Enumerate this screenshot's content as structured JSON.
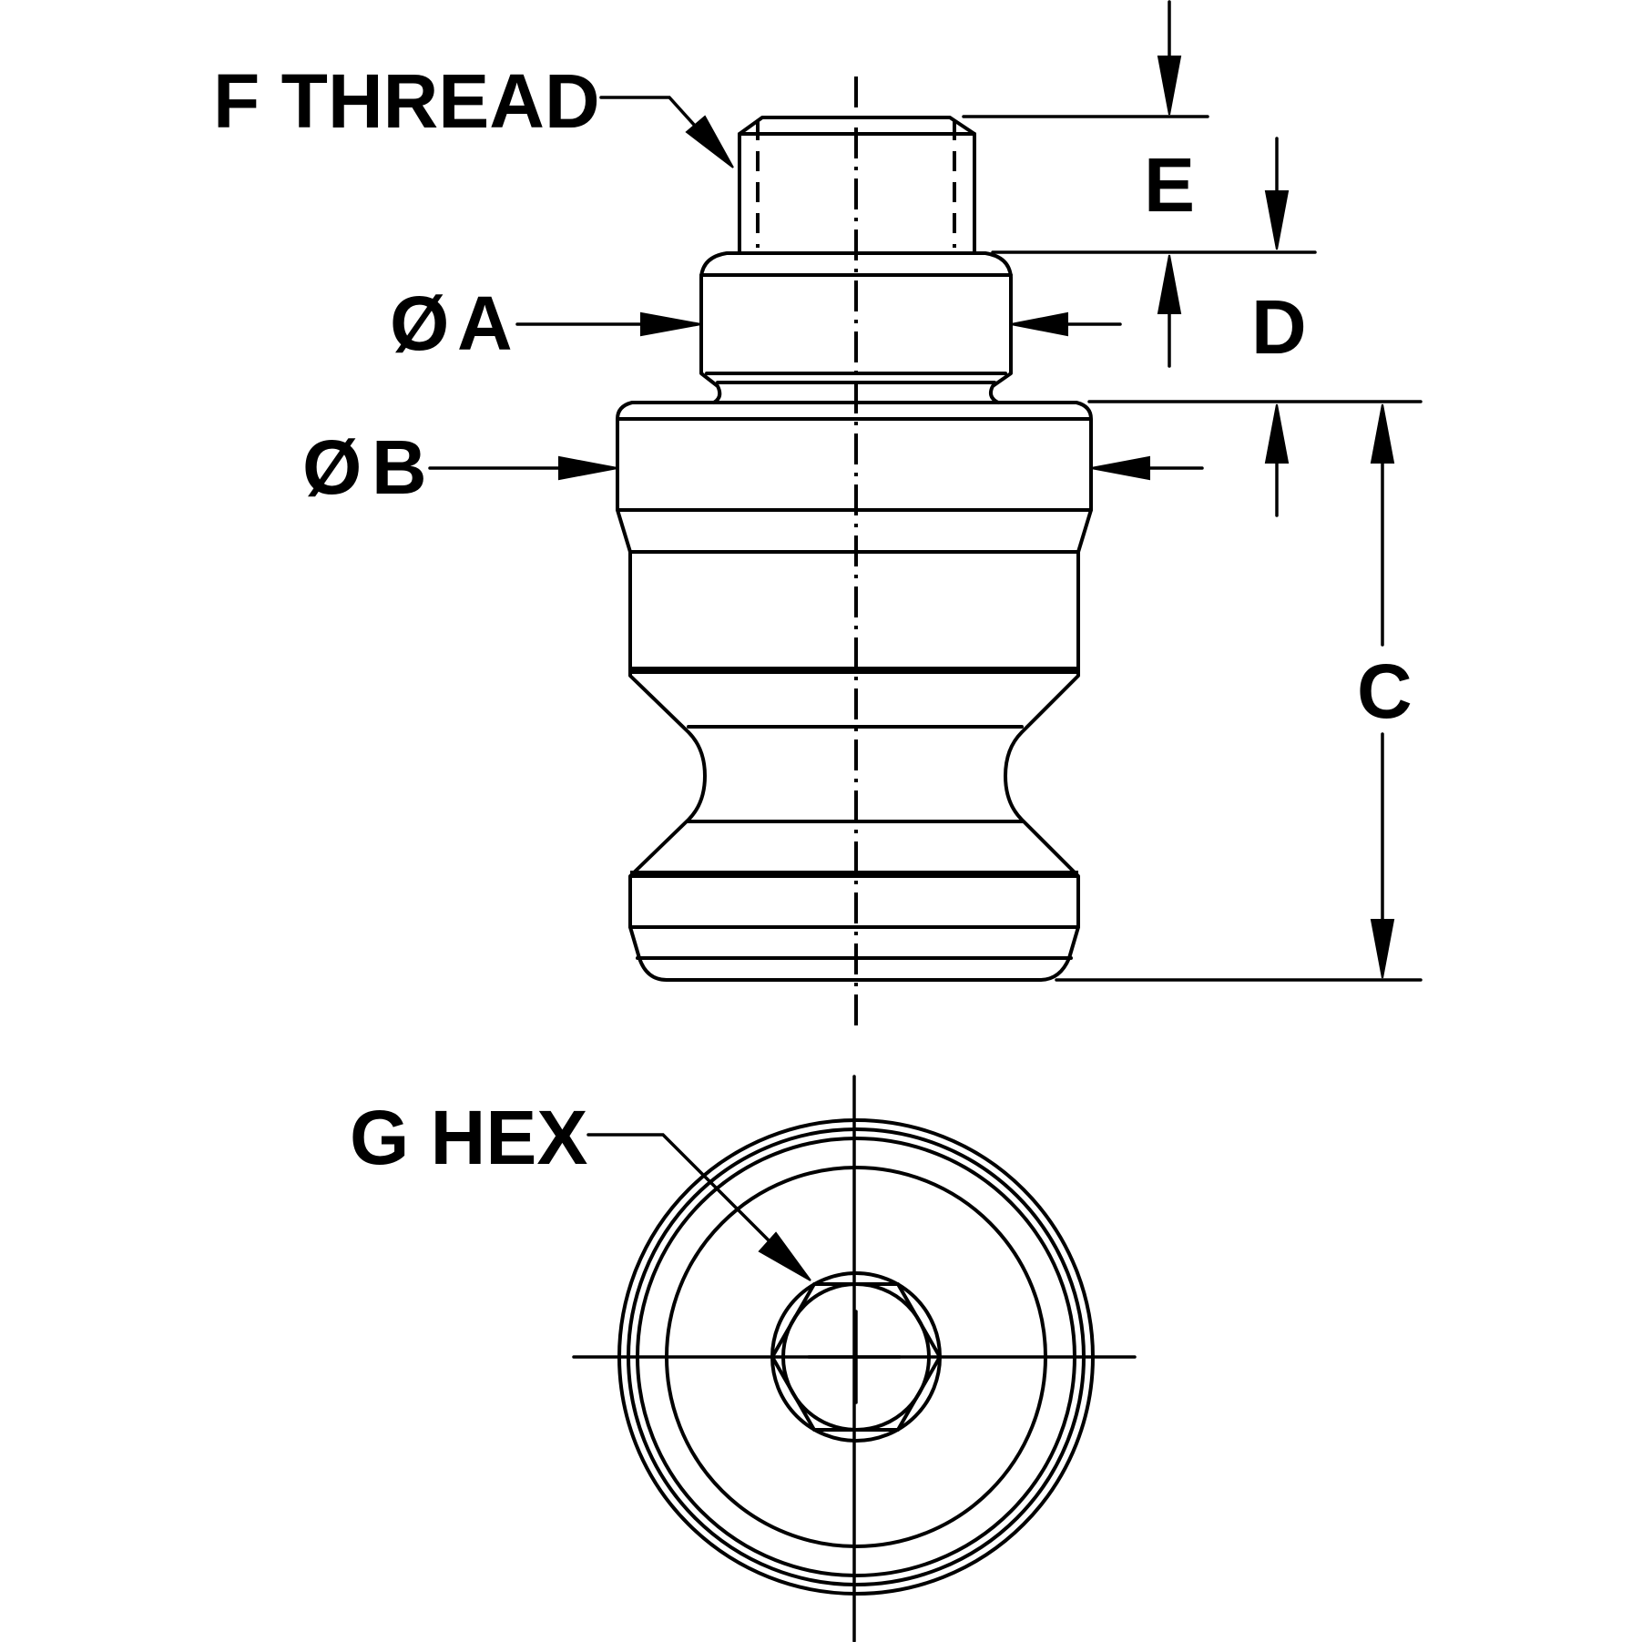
{
  "labels": {
    "f_thread": "F THREAD",
    "dia_a_symbol": "Ø",
    "dia_a": "A",
    "dia_b_symbol": "Ø",
    "dia_b": "B",
    "c": "C",
    "d": "D",
    "e": "E",
    "g_hex": "G HEX"
  }
}
